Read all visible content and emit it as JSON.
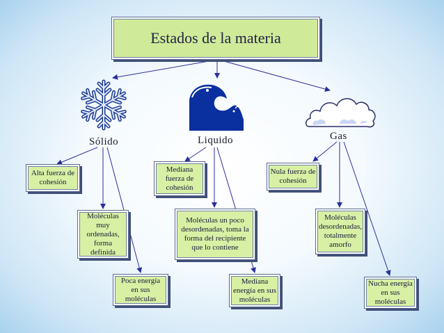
{
  "title": "Estados de la materia",
  "states": [
    {
      "label": "Sólido",
      "icon": "snowflake-icon"
    },
    {
      "label": "Liquido",
      "icon": "wave-icon"
    },
    {
      "label": "Gas",
      "icon": "cloud-icon"
    }
  ],
  "solid": {
    "cohesion": "Alta fuerza de\ncohesión",
    "molecules": "Moléculas\nmuy\nordenadas,\nforma definida",
    "energy": "Poca energía\nen sus\nmoléculas"
  },
  "liquid": {
    "cohesion": "Mediana\nfuerza de\ncohesión",
    "molecules": "Moléculas un poco\ndesordenadas, toma la\nforma del recipiente\nque lo contiene",
    "energy": "Mediana\nenergía en sus\nmoléculas"
  },
  "gas": {
    "cohesion": "Nula fuerza de\ncohesión",
    "molecules": "Moléculas\ndesordenadas,\ntotalmente\namorfo",
    "energy": "Nucha energía\nen sus\nmoléculas"
  },
  "colors": {
    "box_fill": "#d7f0a4",
    "arrow": "#2b2f9a",
    "wave": "#0a2f9e",
    "background": "#a9d2ee"
  }
}
